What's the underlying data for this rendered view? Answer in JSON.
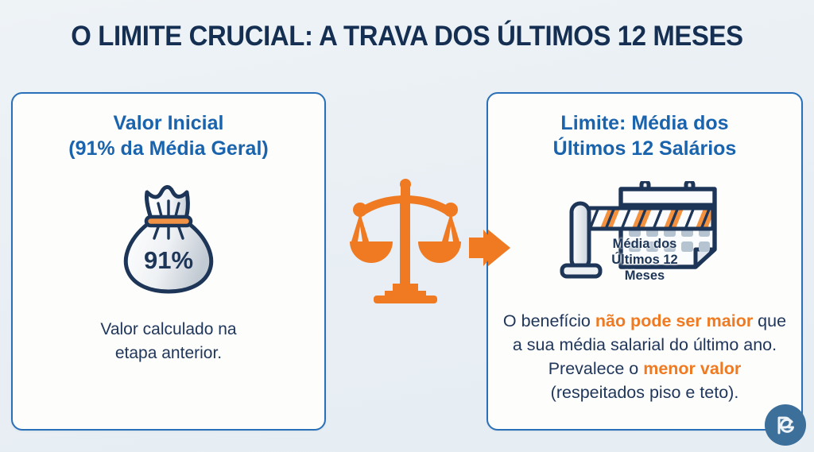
{
  "page": {
    "title": "O LIMITE CRUCIAL: A TRAVA DOS ÚLTIMOS 12 MESES",
    "background_color": "#eaf0f5"
  },
  "colors": {
    "navy": "#152f52",
    "blue": "#1a63ad",
    "border_blue": "#2a70b8",
    "orange": "#ef7a22",
    "text_navy": "#20375b",
    "logo_blue": "#3d6f9b",
    "card_fill": "#fdfdfb"
  },
  "left_card": {
    "title_line1": "Valor Inicial",
    "title_line2": "(91% da Média Geral)",
    "bag_value": "91%",
    "caption_line1": "Valor calculado na",
    "caption_line2": "etapa anterior."
  },
  "center": {
    "scale_icon": "balance-scale-icon",
    "arrow_icon": "arrow-right-icon"
  },
  "right_card": {
    "title_line1": "Limite: Média dos",
    "title_line2": "Últimos 12 Salários",
    "gate_label_line1": "Média dos",
    "gate_label_line2": "Últimos 12",
    "gate_label_line3": "Meses",
    "body": {
      "seg1": "O benefício ",
      "hl1": "não pode ser maior",
      "seg2": " que a sua média salarial do último ano. Prevalece o ",
      "hl2": "menor valor",
      "seg3": " (respeitados piso e teto)."
    }
  },
  "logo": {
    "monogram": "RG"
  }
}
